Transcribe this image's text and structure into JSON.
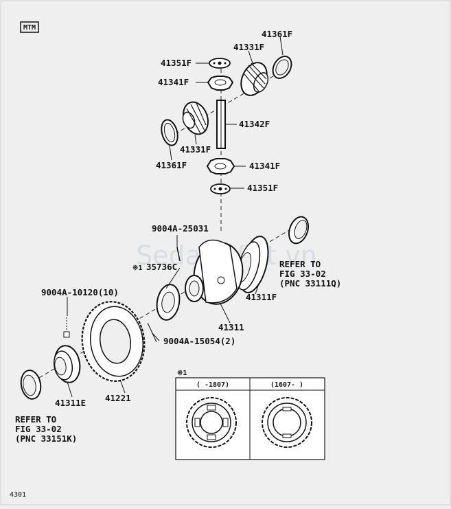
{
  "badge": "MTM",
  "watermark": "Sedan Viet.vn",
  "page_ref": "4301",
  "labels": {
    "p41361F_top": "41361F",
    "p41331F_top": "41331F",
    "p41351F_top": "41351F",
    "p41341F_top": "41341F",
    "p41342F": "41342F",
    "p41331F_left": "41331F",
    "p41361F_left": "41361F",
    "p41341F_mid": "41341F",
    "p41351F_mid": "41351F",
    "p9004A_25031": "9004A-25031",
    "p35736C": "35736C",
    "p35736C_note": "※1",
    "p9004A_10120": "9004A-10120(10)",
    "p9004A_15054": "9004A-15054(2)",
    "p41311F": "41311F",
    "p41311": "41311",
    "p41311E": "41311E",
    "p41221": "41221",
    "refer_right": [
      "REFER TO",
      "FIG 33-02",
      "(PNC 33111Q)"
    ],
    "refer_left": [
      "REFER TO",
      "FIG 33-02",
      "(PNC 33151K)"
    ]
  },
  "inset": {
    "title": "※1",
    "col1": "(      -1807)",
    "col2": "(1607-      )"
  }
}
